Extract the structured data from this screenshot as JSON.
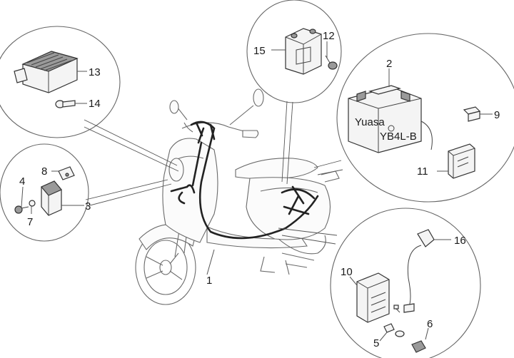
{
  "callouts": {
    "c1": "1",
    "c2": "2",
    "c3": "3",
    "c4": "4",
    "c5": "5",
    "c6": "6",
    "c7": "7",
    "c8": "8",
    "c9": "9",
    "c10": "10",
    "c11": "11",
    "c12": "12",
    "c13": "13",
    "c14": "14",
    "c15": "15",
    "c16": "16"
  },
  "battery": {
    "brand_text": "Yuasa",
    "model_text": "YB4L-B"
  }
}
